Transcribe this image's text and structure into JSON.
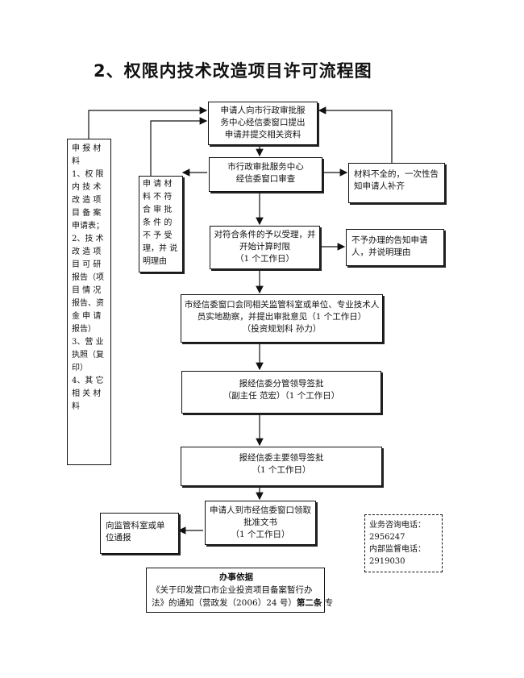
{
  "title": "2、权限内技术改造项目许可流程图",
  "nodes": {
    "apply": "申请人向市行政审批服\n务中心经信委窗口提出\n申请并提交相关资料",
    "review": "市行政审批服务中心\n经信委窗口审查",
    "incomplete": "材料不全的，一次性告\n知申请人补齐",
    "reject_left": "申 请 材\n料 不 符\n合 审 批\n条 件 的\n不 予 受\n理，并 说\n明理由",
    "accept": "对符合条件的予以受理，并\n开始计算时限\n（1 个工作日）",
    "not_handled": "不予办理的告知申请\n人，并说明理由",
    "survey": "市经信委窗口会同相关监管科室或单位、专业技术人\n员实地勘察，并提出审批意见（1 个工作日）\n（投资规划科  孙力）",
    "deputy_sign": "报经信委分管领导签批\n（副主任  范宏）（1 个工作日）",
    "chief_sign": "报经信委主要领导签批\n（1 个工作日）",
    "collect": "申请人到市经信委窗口领取\n批准文书\n（1 个工作日）",
    "notify": "向监管科室或单\n位通报",
    "materials": "申 报 材\n料\n1、权 限\n内 技 术\n改 造 项\n目 备 案\n申请表；\n2、技 术\n改 造 项\n目 可 研\n报告（项\n目 情 况\n报告、资\n金 申 请\n报告）\n3、营 业\n执照（复\n印）\n4、其 它\n相 关 材\n料",
    "contact": "业务咨询电话：\n2956247\n内部监督电话：\n2919030"
  },
  "basis": {
    "heading": "办事依据",
    "line1": "《关于印发营口市企业投资项目备案暂行办",
    "line2_pre": "法》的通知（营政发（2006）24 号）",
    "line2_bold": "第二条",
    "line2_post": "  专"
  }
}
